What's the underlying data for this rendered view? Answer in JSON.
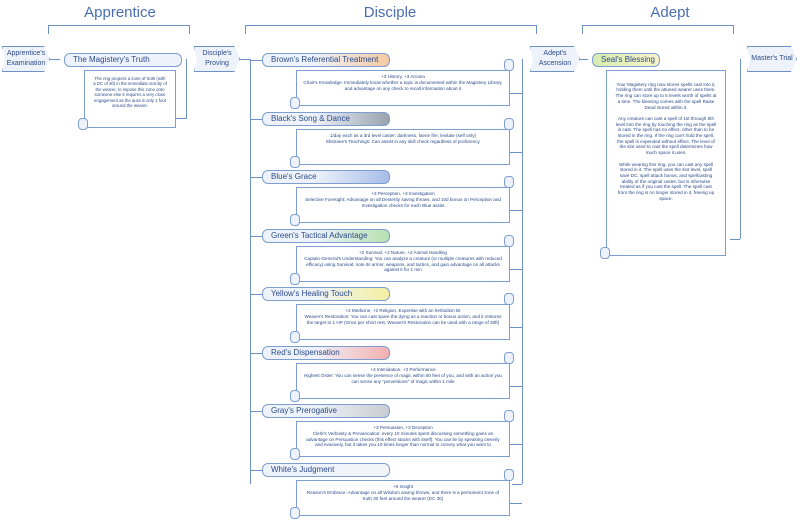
{
  "columns": {
    "apprentice": "Apprentice",
    "disciple": "Disciple",
    "adept": "Adept"
  },
  "transitions": {
    "apprentices_examination": "Apprentice's Examination",
    "disciples_proving": "Disciple's Proving",
    "adepts_ascension": "Adept's Ascension",
    "masters_trial": "Master's Trial"
  },
  "apprentice_card": {
    "title": "The Magistery's Truth",
    "text": "The ring projects a zone of truth (with a DC of 30) in the immediate vicinity of the wearer, to impose this zone onto someone else it requires a very close engagement as the aura is only 1 foot around the wearer."
  },
  "disciple_cards": [
    {
      "title": "Brown's Referential Treatment",
      "color": "#f4c9a0",
      "text": "+3 History, +3 Arcana\nChair's Knowledge: Immediately know whether a topic is documented within the Magistery Library, and advantage on any check to recall information about it"
    },
    {
      "title": "Black's Song & Dance",
      "color": "#9aa3ad",
      "text": "1/day each as a 3rd level caster: darkness, faerie fire, levitate (self only)\nElistraee's Teachings: Can assist in any skill check regardless of proficiency"
    },
    {
      "title": "Blue's Grace",
      "color": "#a7bde8",
      "text": "+3 Perception, +3 Investigation\nSelective Foresight: Advantage on all Dexterity saving throws, and 10d bonus on Perception and Investigation checks for each Blue assist"
    },
    {
      "title": "Green's Tactical Advantage",
      "color": "#b8e0b0",
      "text": "+2 Survival, +2 Nature, +2 Animal Handling\nCaptain-General's Understanding: You can analyze a creature (or multiple creatures with reduced efficacy) using Survival; note its armor, weapons, and tactics, and gain advantage on all attacks against it for 1 min"
    },
    {
      "title": "Yellow's Healing Touch",
      "color": "#f3f0a0",
      "text": "+2 Medicine, +2 Religion, Expertise with an herbalism kit\nWeaver's Restoration: You can cast spare the dying as a reaction or bonus action, and it restores the target to 1 HP (Once per short rest, Weaver's Restoration can be used with a range of 30ft)"
    },
    {
      "title": "Red's Dispensation",
      "color": "#f4b0b0",
      "text": "+3 Intimidation, +3 Performance\nHighest Order: You can sense the presence of magic within 60 feet of you, and with an action you can sense any \"perversions\" of magic within 1 mile"
    },
    {
      "title": "Gray's Prerogative",
      "color": "#c9cdd2",
      "text": "+3 Persuasion, +3 Deception\nClerk's Verbosity & Prevarication: every 10 minutes spent discussing something gains an advantage on Persuasion checks (this effect stacks with itself). You can lie by speaking cleverly and evasively, but it takes you 10 times longer than normal to convey what you want to"
    },
    {
      "title": "White's Judgment",
      "color": "#f2f4f8",
      "text": "+6 Insight\nReason's Embrace: Advantage on all Wisdom saving throws, and there is a permanent zone of truth 30 feet around the wearer (DC 30)"
    }
  ],
  "adept_card": {
    "title": "Seal's Blessing",
    "text": "Your Magistery ring now stores spells cast into it, holding them until the attuned wearer uses them. The ring can store up to 5 levels worth of spells at a time. The blessing comes with the spell Raise Dead stored within it.\n\nAny creature can cast a spell of 1st through 5th level into the ring by touching the ring as the spell is cast. The spell has no effect, other than to be stored in the ring. If the ring can't hold the spell, the spell is expended without effect. The level of the slot used to cast the spell determines how much space it uses.\n\nWhile wearing this ring, you can cast any spell stored in it. The spell uses the slot level, spell save DC, spell attack bonus, and spellcasting ability of the original caster, but is otherwise treated as if you cast the spell. The spell cast from the ring is no longer stored in it, freeing up space."
  },
  "colors": {
    "line": "#6e92c8",
    "text": "#2b4a8a",
    "header": "#4a6fb0"
  }
}
